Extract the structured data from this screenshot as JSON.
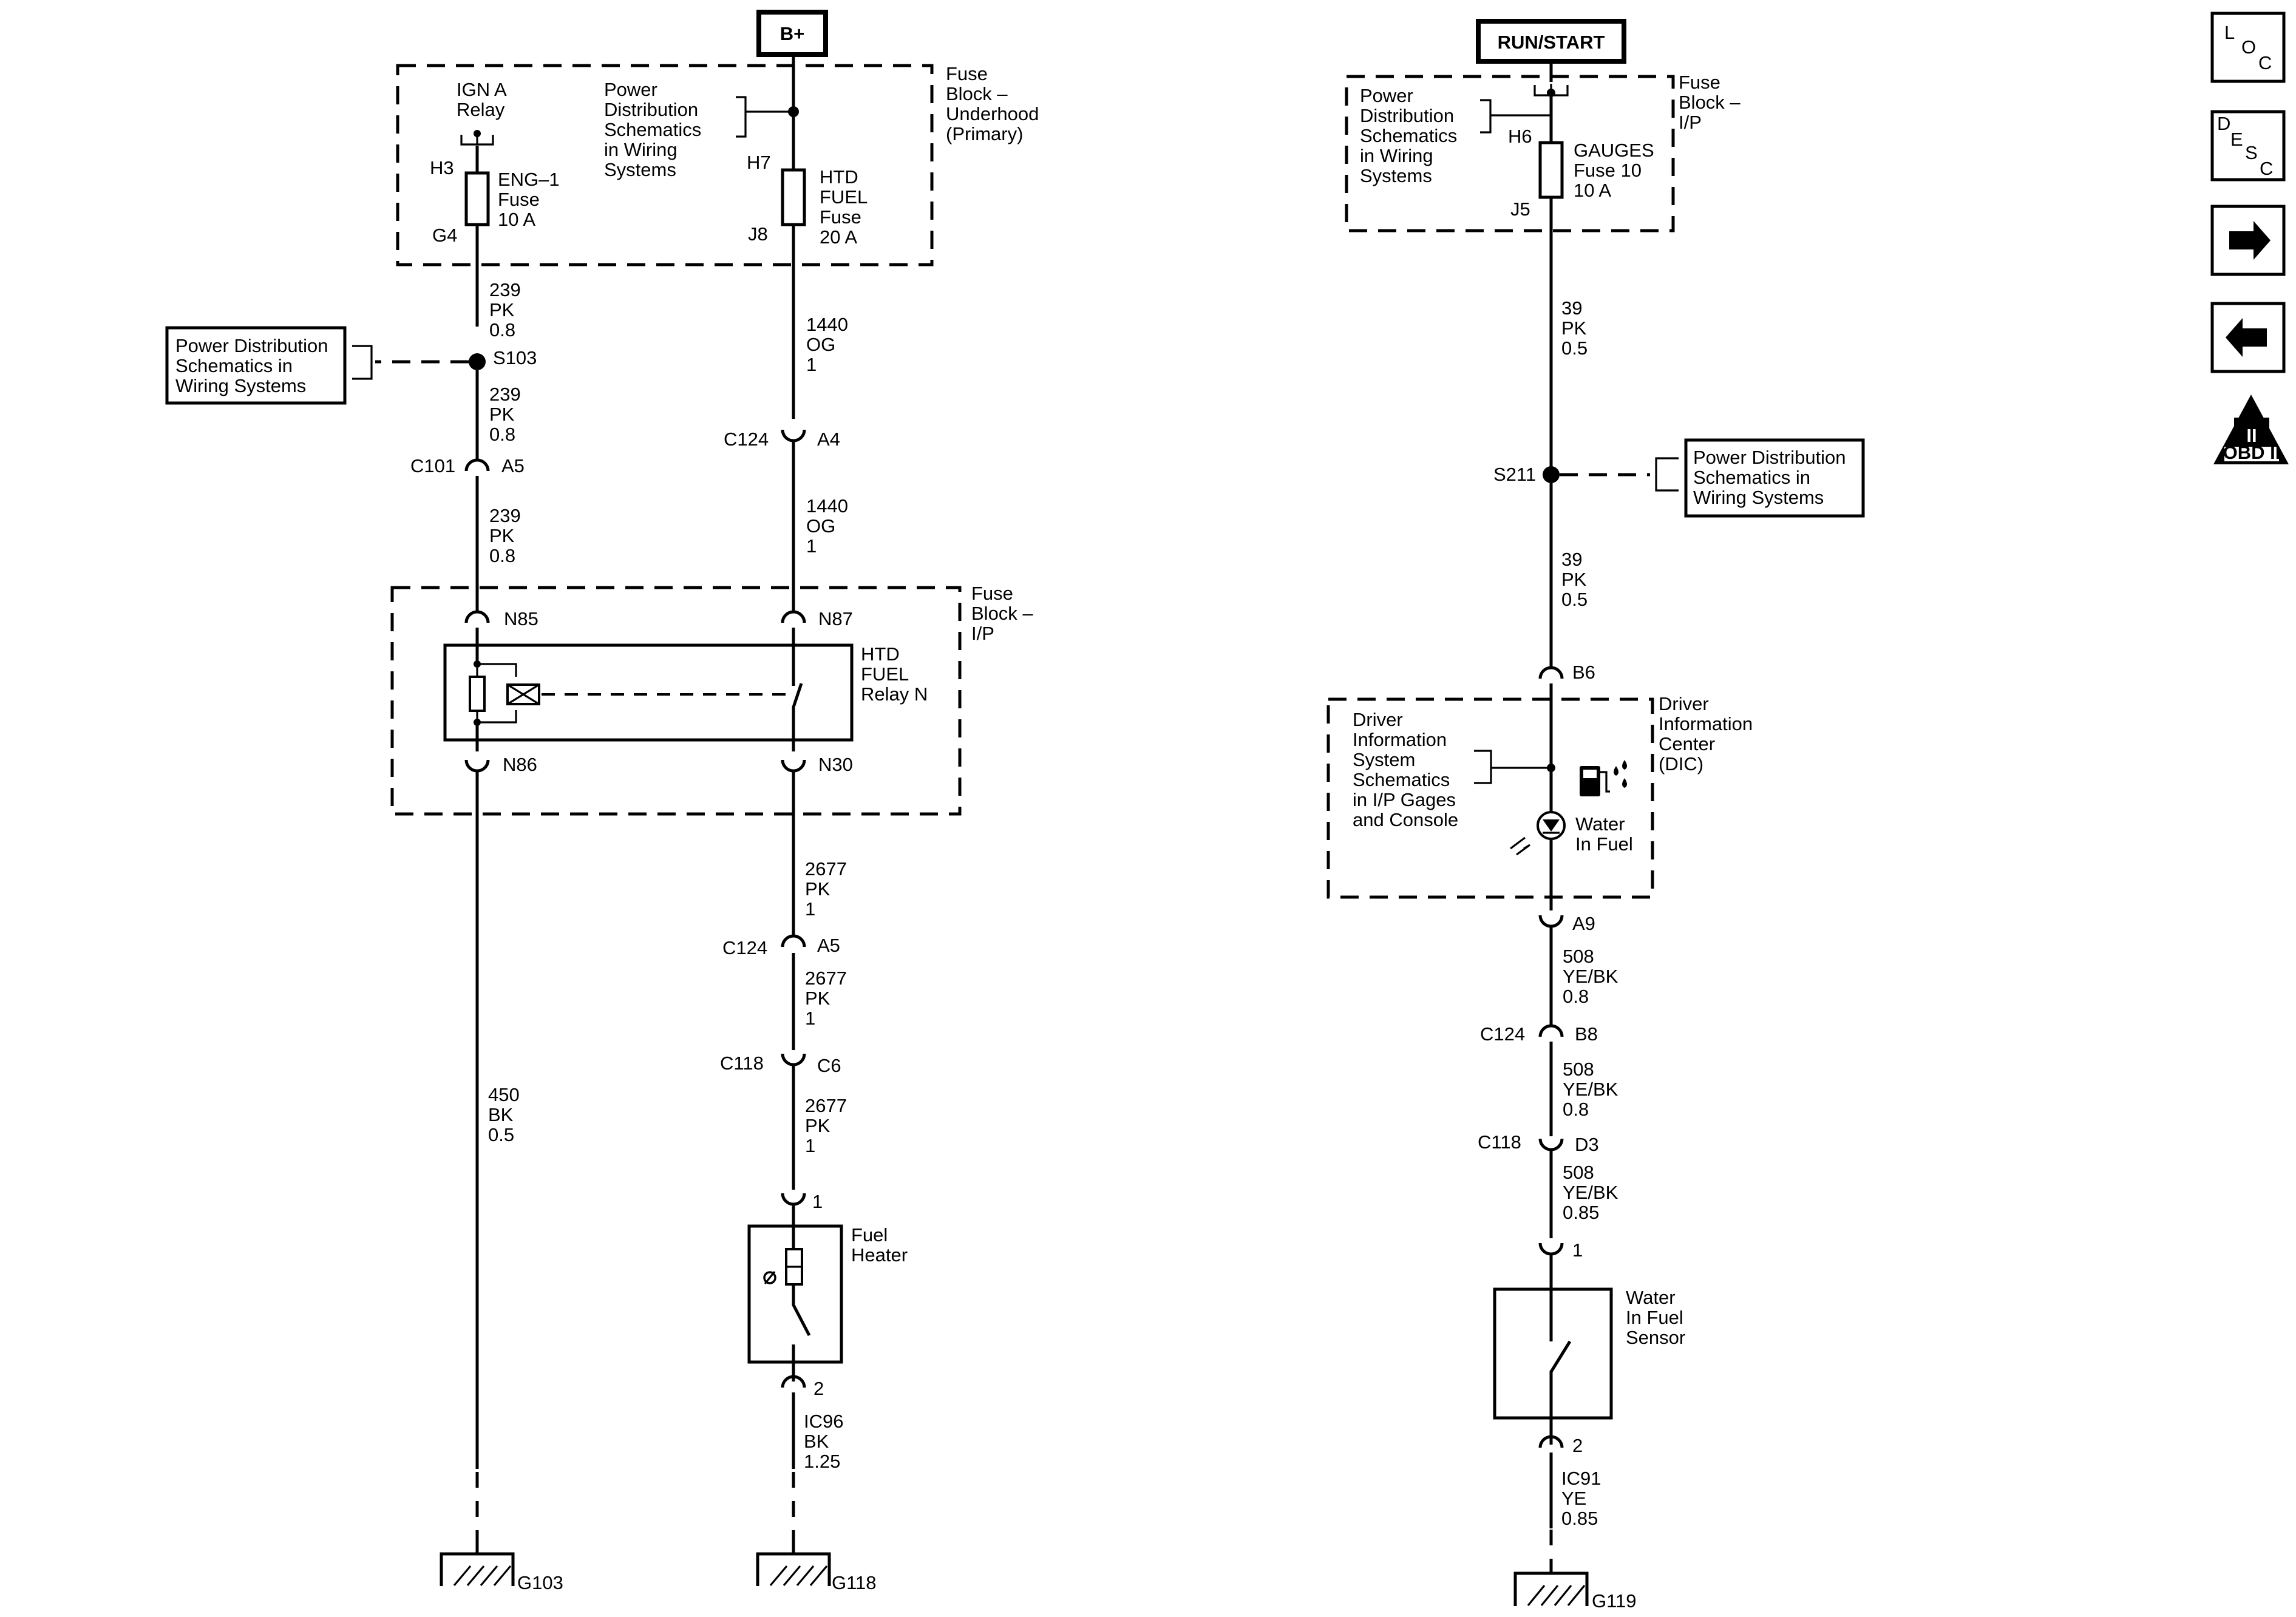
{
  "power_sources": {
    "left": "B+",
    "right": "RUN/START"
  },
  "blocks": {
    "fuse_block_underhood": [
      "Fuse",
      "Block –",
      "Underhood",
      "(Primary)"
    ],
    "fuse_block_ip_left": [
      "Fuse",
      "Block –",
      "I/P"
    ],
    "fuse_block_ip_right": [
      "Fuse",
      "Block –",
      "I/P"
    ],
    "dic": [
      "Driver",
      "Information",
      "Center",
      "(DIC)"
    ]
  },
  "references": {
    "pds_underhood": [
      "Power",
      "Distribution",
      "Schematics",
      "in Wiring",
      "Systems"
    ],
    "pds_s103": [
      "Power Distribution",
      "Schematics in",
      "Wiring  Systems"
    ],
    "pds_ip": [
      "Power",
      "Distribution",
      "Schematics",
      "in Wiring",
      "Systems"
    ],
    "pds_s211": [
      "Power Distribution",
      "Schematics in",
      "Wiring  Systems"
    ],
    "dis_schematics": [
      "Driver",
      "Information",
      "System",
      "Schematics",
      "in I/P Gages",
      "and Console"
    ]
  },
  "components": {
    "ign_relay": [
      "IGN A",
      "Relay"
    ],
    "eng_fuse": [
      "ENG–1",
      "Fuse",
      "10 A"
    ],
    "htd_fuse": [
      "HTD",
      "FUEL",
      "Fuse",
      "20 A"
    ],
    "htd_relay": [
      "HTD",
      "FUEL",
      "Relay N"
    ],
    "gauges_fuse": [
      "GAUGES",
      "Fuse 10",
      "10 A"
    ],
    "fuel_heater": [
      "Fuel",
      "Heater"
    ],
    "water_in_fuel_lamp": [
      "Water",
      "In Fuel"
    ],
    "water_sensor": [
      "Water",
      "In Fuel",
      "Sensor"
    ]
  },
  "pins": {
    "h3": "H3",
    "g4": "G4",
    "h7": "H7",
    "j8": "J8",
    "h6": "H6",
    "j5": "J5",
    "n85": "N85",
    "n87": "N87",
    "n86": "N86",
    "n30": "N30",
    "a4": "A4",
    "a5_c101": "A5",
    "a5_c124": "A5",
    "c6": "C6",
    "heater_1": "1",
    "heater_2": "2",
    "b6": "B6",
    "a9": "A9",
    "b8": "B8",
    "d3": "D3",
    "sensor_1": "1",
    "sensor_2": "2"
  },
  "connectors": {
    "c101": "C101",
    "c124_a4": "C124",
    "c124_a5": "C124",
    "c118_c6": "C118",
    "c124_b8": "C124",
    "c118_d3": "C118"
  },
  "splices": {
    "s103": "S103",
    "s211": "S211"
  },
  "grounds": {
    "g103": "G103",
    "g118": "G118",
    "g119": "G119"
  },
  "wires": {
    "w239_a": [
      "239",
      "PK",
      "0.8"
    ],
    "w239_b": [
      "239",
      "PK",
      "0.8"
    ],
    "w239_c": [
      "239",
      "PK",
      "0.8"
    ],
    "w450": [
      "450",
      "BK",
      "0.5"
    ],
    "w1440_a": [
      "1440",
      "OG",
      "1"
    ],
    "w1440_b": [
      "1440",
      "OG",
      "1"
    ],
    "w2677_a": [
      "2677",
      "PK",
      "1"
    ],
    "w2677_b": [
      "2677",
      "PK",
      "1"
    ],
    "w2677_c": [
      "2677",
      "PK",
      "1"
    ],
    "wic96": [
      "IC96",
      "BK",
      "1.25"
    ],
    "w39_a": [
      "39",
      "PK",
      "0.5"
    ],
    "w39_b": [
      "39",
      "PK",
      "0.5"
    ],
    "w508_a": [
      "508",
      "YE/BK",
      "0.8"
    ],
    "w508_b": [
      "508",
      "YE/BK",
      "0.8"
    ],
    "w508_c": [
      "508",
      "YE/BK",
      "0.85"
    ],
    "wic91": [
      "IC91",
      "YE",
      "0.85"
    ]
  },
  "nav": {
    "loc": {
      "l": "L",
      "o": "O",
      "c": "C"
    },
    "desc": {
      "d": "D",
      "e": "E",
      "s": "S",
      "c": "C"
    },
    "obd": {
      "numeral": "II",
      "label": "OBD II"
    }
  },
  "icons": {
    "nav_loc": "location-icon",
    "nav_desc": "description-icon",
    "nav_next": "arrow-right-icon",
    "nav_prev": "arrow-left-icon",
    "nav_obd": "obd-ii-warning-icon",
    "fuel_pump": "fuel-water-icon",
    "lamp": "indicator-lamp-icon"
  }
}
